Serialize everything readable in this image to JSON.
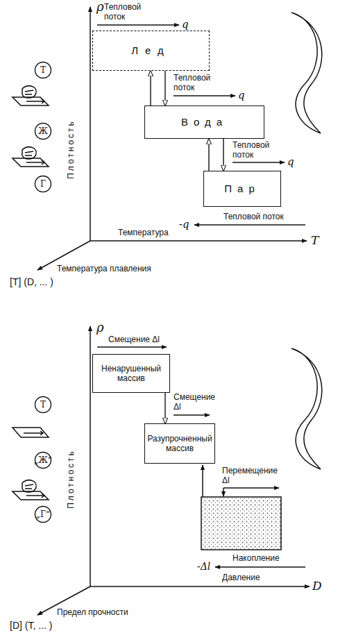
{
  "diagram": {
    "nodes": [
      {
        "text": [
          "Лед"
        ]
      },
      {
        "text": [
          "Т"
        ]
      },
      {
        "text": [
          "Вода"
        ]
      },
      {
        "text": [
          "Ж"
        ]
      },
      {
        "text": [
          "Г"
        ]
      },
      {
        "text": [
          "Пар"
        ]
      },
      {
        "text": [
          "Ненарушенный массив"
        ]
      },
      {
        "text": [
          "Т"
        ]
      },
      {
        "text": [
          "Разупрочненный массив"
        ]
      },
      {
        "text": [
          "„Ж“"
        ]
      },
      {
        "text": [
          "„Г“"
        ]
      }
    ],
    "edges": [
      {
        "from": 2,
        "to": 0,
        "arrow": "to"
      },
      {
        "from": 0,
        "to": 2,
        "arrow": "to"
      },
      {
        "from": 5,
        "to": 2,
        "arrow": "to"
      },
      {
        "from": 2,
        "to": 5,
        "arrow": "to"
      },
      {
        "from": 6,
        "to": 8,
        "arrow": "to"
      }
    ],
    "labels": [
      "ρ",
      "Тепловой поток",
      "q",
      "Тепловой поток",
      "q",
      "Тепловой поток",
      "q",
      "-q",
      "Тепловой поток",
      "Плотность",
      "Температура",
      "T",
      "Температура плавления",
      "[T] (D, ... )",
      "ρ",
      "Смещение Δl",
      "Смещение Δl",
      "Перемещение Δl",
      "-Δl",
      "Накопление",
      "Плотность",
      "Давление",
      "D",
      "Предел прочности",
      "[D] (T, ... )"
    ]
  }
}
